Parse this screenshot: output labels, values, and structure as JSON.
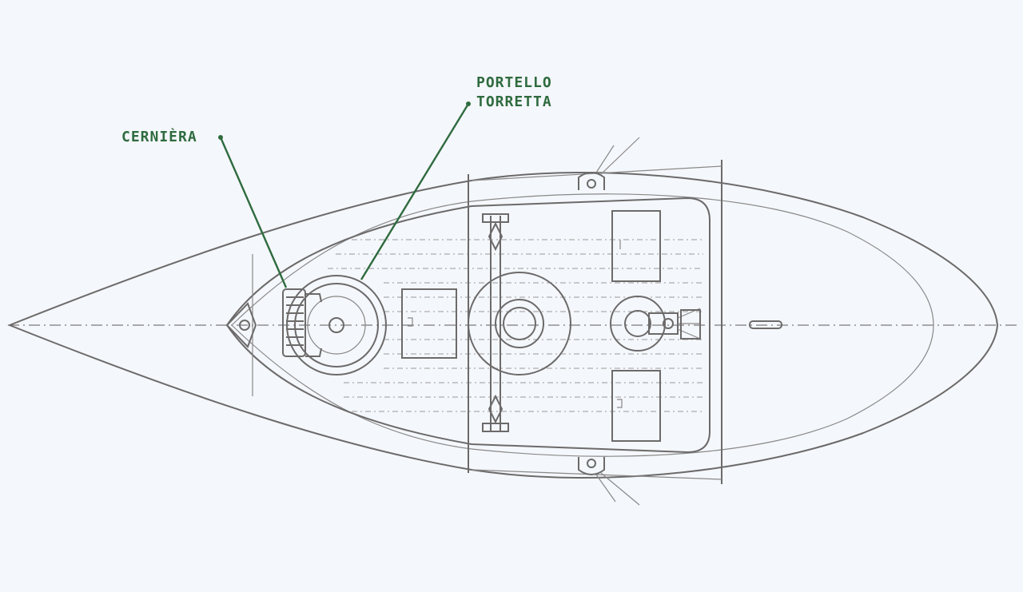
{
  "labels": {
    "hinge": "CERNIÈRA",
    "hatch_line1": "PORTELLO",
    "hatch_line2": "TORRETTA"
  },
  "colors": {
    "paper": "#f4f7fb",
    "pencil": "#6c6a6a",
    "annotation_green": "#2f6b3f"
  }
}
